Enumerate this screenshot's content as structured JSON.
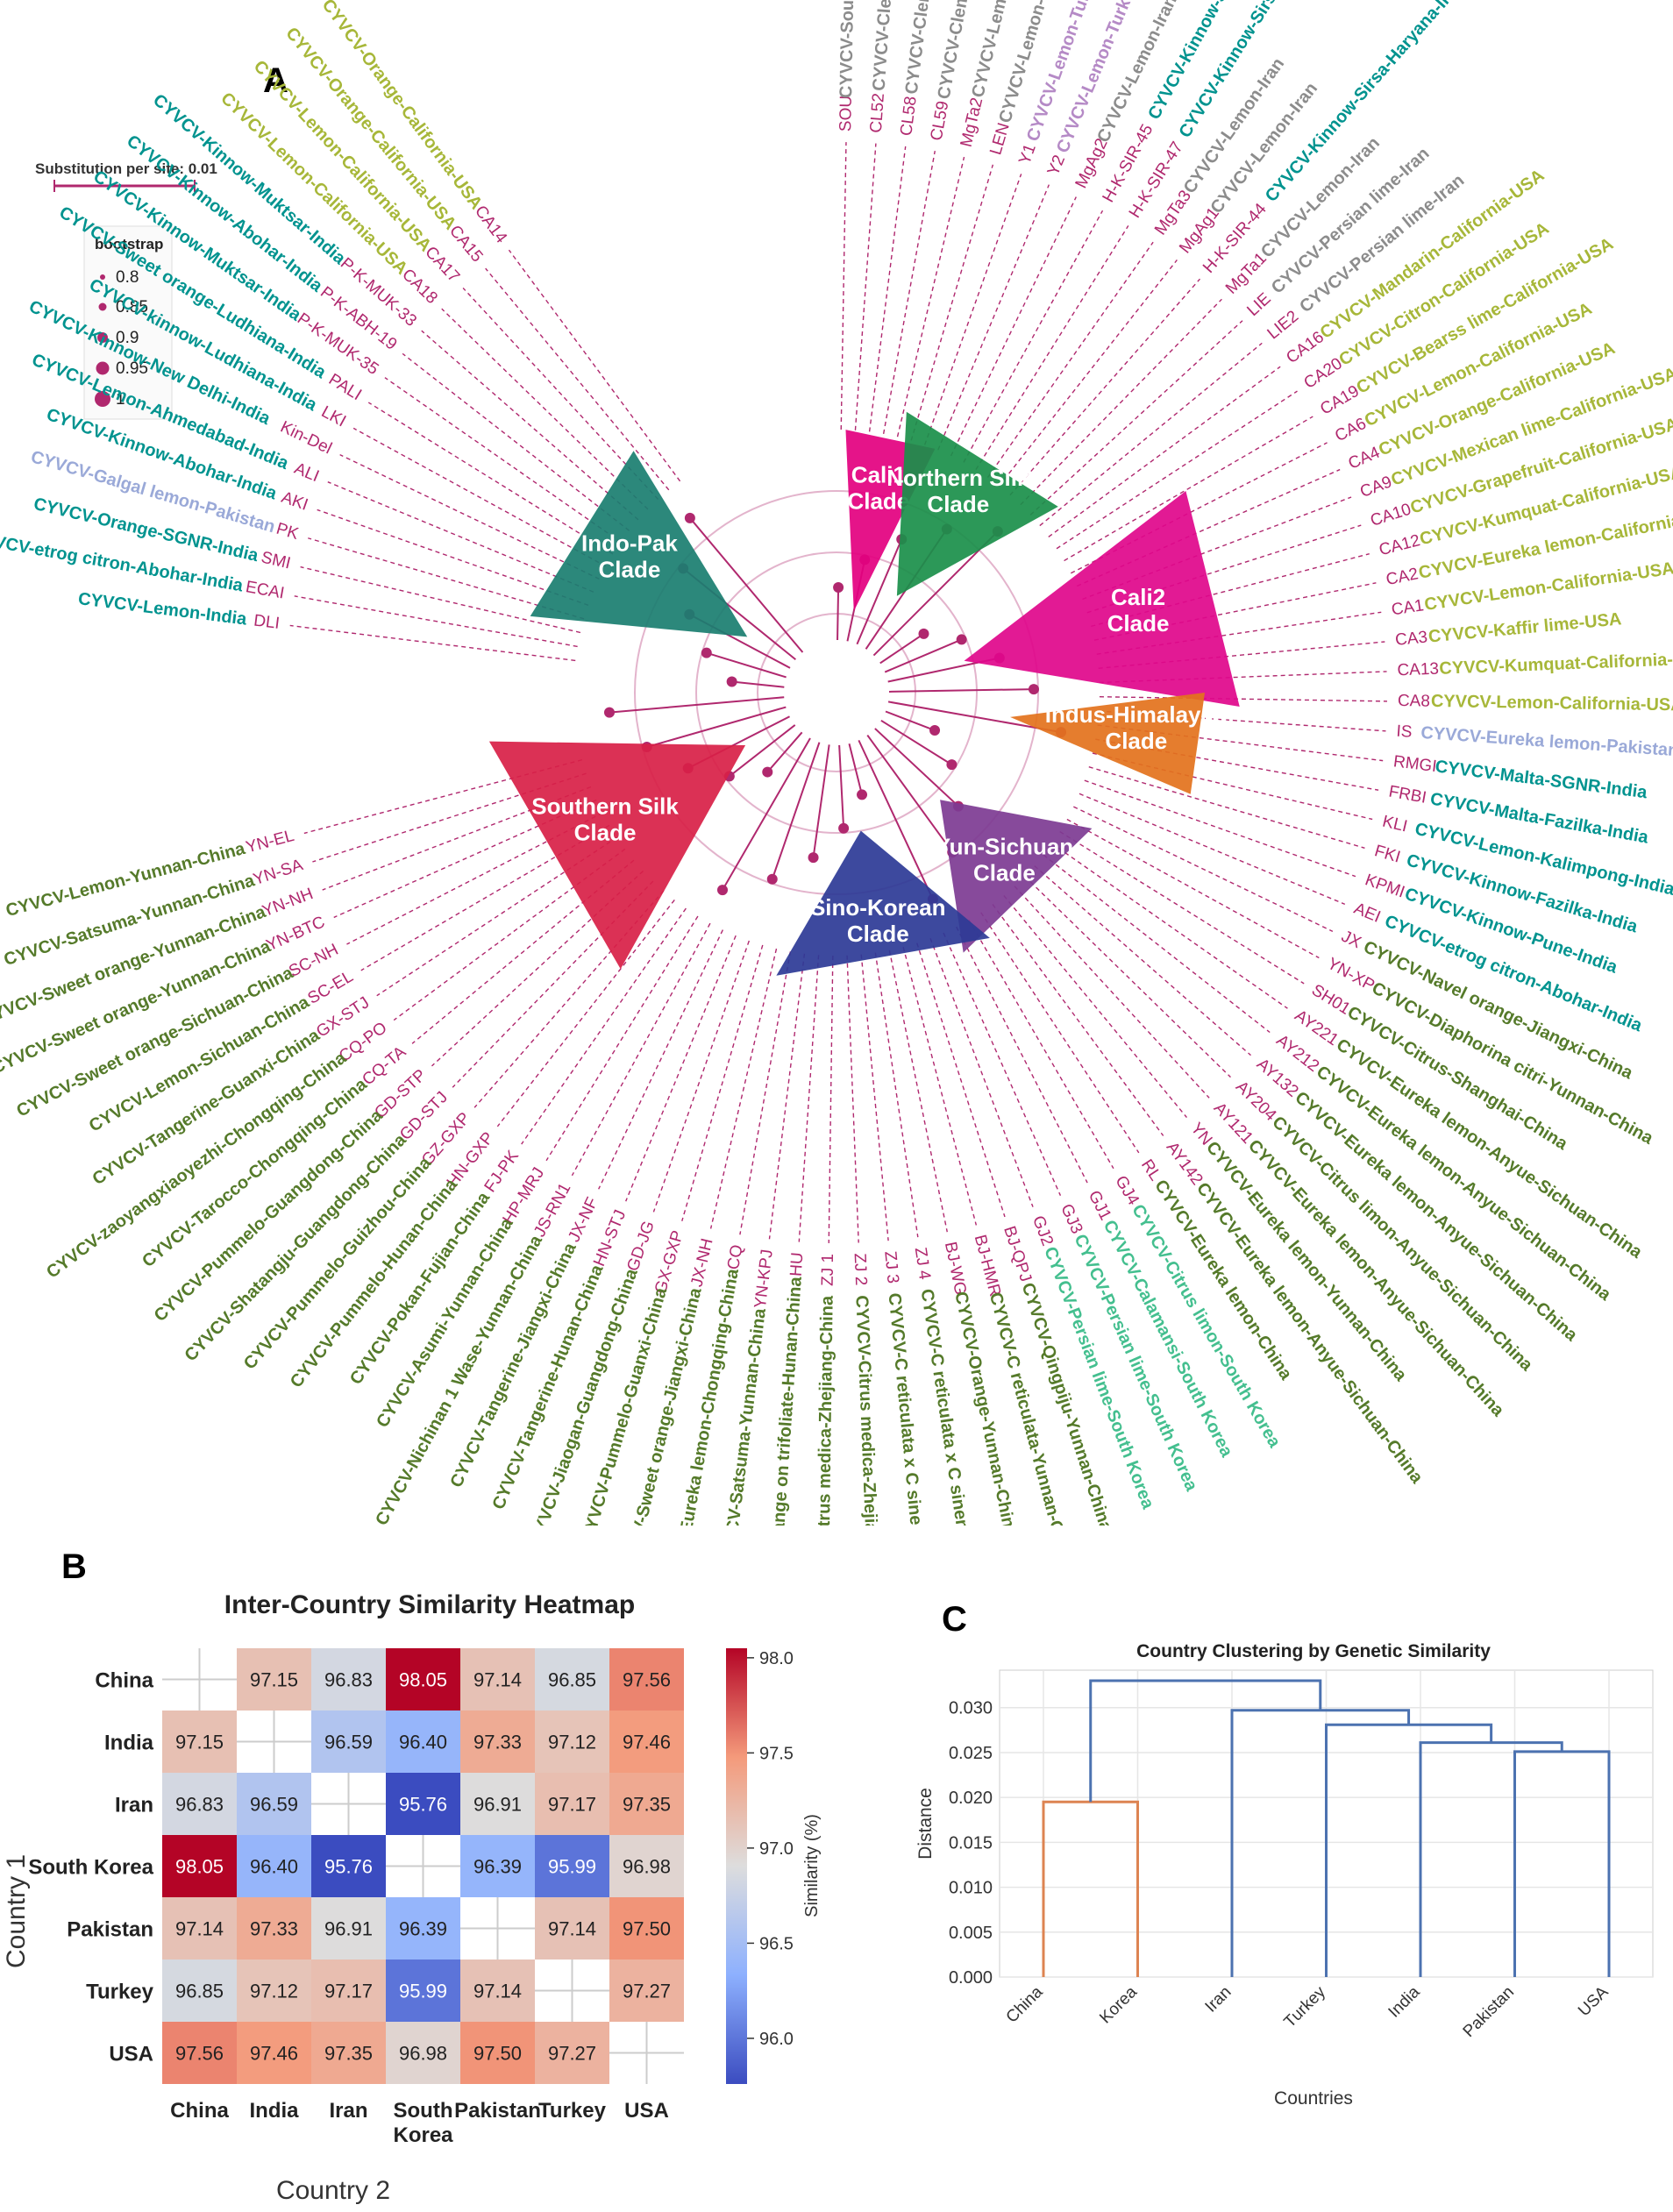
{
  "panels": {
    "a": {
      "letter": "A",
      "scale_label": "Substitution per site: 0.01",
      "bootstrap_title": "bootstrap",
      "bootstrap_values": [
        "0.8",
        "0.85",
        "0.9",
        "0.95",
        "1"
      ]
    },
    "b": {
      "letter": "B"
    },
    "c": {
      "letter": "C"
    }
  },
  "colors": {
    "branch": "#b0286e",
    "india": "#00938f",
    "usa": "#a7b739",
    "iran": "#8c8c8c",
    "turkey": "#b58ac6",
    "pakistan": "#9aa9d8",
    "china": "#557a2a",
    "korea": "#44bf8f"
  },
  "clades": [
    {
      "name": "Cali1\nClade",
      "color": "#e3007f",
      "text_color": "#ffffff"
    },
    {
      "name": "Northern Silk\nClade",
      "color": "#1a8f4a",
      "text_color": "#ffffff"
    },
    {
      "name": "Cali2\nClade",
      "color": "#e0068b",
      "text_color": "#ffffff"
    },
    {
      "name": "Indus-Himalayan\nClade",
      "color": "#e3721c",
      "text_color": "#ffffff"
    },
    {
      "name": "Yun-Sichuan\nClade",
      "color": "#7d3b93",
      "text_color": "#ffffff"
    },
    {
      "name": "Sino-Korean\nClade",
      "color": "#2c3a96",
      "text_color": "#ffffff"
    },
    {
      "name": "Southern Silk\nClade",
      "color": "#d81f47",
      "text_color": "#ffffff"
    },
    {
      "name": "Indo-Pak\nClade",
      "color": "#1a7e70",
      "text_color": "#ffffff"
    }
  ],
  "tree_tips": [
    {
      "code": "SOU",
      "label": "CYVCV-Sour orange-Iran",
      "group": "iran",
      "angle": -89.0
    },
    {
      "code": "CL52",
      "label": "CYVCV-Clementine-Iran",
      "group": "iran",
      "angle": -85.9
    },
    {
      "code": "CL58",
      "label": "CYVCV-Clementine-Iran",
      "group": "iran",
      "angle": -82.8
    },
    {
      "code": "CL59",
      "label": "CYVCV-Clementine-Iran",
      "group": "iran",
      "angle": -79.7
    },
    {
      "code": "MgTa2",
      "label": "CYVCV-Lemon-Iran",
      "group": "iran",
      "angle": -76.6
    },
    {
      "code": "LEN",
      "label": "CYVCV-Lemon-Iran",
      "group": "iran",
      "angle": -73.5
    },
    {
      "code": "Y1",
      "label": "CYVCV-Lemon-Turkey",
      "group": "turkey",
      "angle": -70.4
    },
    {
      "code": "Y2",
      "label": "CYVCV-Lemon-Turkey",
      "group": "turkey",
      "angle": -67.3
    },
    {
      "code": "MgAg2",
      "label": "CYVCV-Lemon-Iran",
      "group": "iran",
      "angle": -64.2
    },
    {
      "code": "H-K-SIR-45",
      "label": "CYVCV-Kinnow-Sirsa-Haryana-India",
      "group": "india",
      "angle": -61.1
    },
    {
      "code": "H-K-SIR-47",
      "label": "CYVCV-Kinnow-Sirsa-Haryana-India",
      "group": "india",
      "angle": -58.0
    },
    {
      "code": "MgTa3",
      "label": "CYVCV-Lemon-Iran",
      "group": "iran",
      "angle": -54.9
    },
    {
      "code": "MgAg1",
      "label": "CYVCV-Lemon-Iran",
      "group": "iran",
      "angle": -51.8
    },
    {
      "code": "H-K-SIR-44",
      "label": "CYVCV-Kinnow-Sirsa-Haryana-India",
      "group": "india",
      "angle": -48.7
    },
    {
      "code": "MgTa1",
      "label": "CYVCV-Lemon-Iran",
      "group": "iran",
      "angle": -45.6
    },
    {
      "code": "LIE",
      "label": "CYVCV-Persian lime-Iran",
      "group": "iran",
      "angle": -42.5
    },
    {
      "code": "LIE2",
      "label": "CYVCV-Persian lime-Iran",
      "group": "iran",
      "angle": -39.4
    },
    {
      "code": "CA16",
      "label": "CYVCV-Mandarin-California-USA",
      "group": "usa",
      "angle": -36.3
    },
    {
      "code": "CA20",
      "label": "CYVCV-Citron-California-USA",
      "group": "usa",
      "angle": -33.2
    },
    {
      "code": "CA19",
      "label": "CYVCV-Bearss lime-California-USA",
      "group": "usa",
      "angle": -30.1
    },
    {
      "code": "CA6",
      "label": "CYVCV-Lemon-California-USA",
      "group": "usa",
      "angle": -27.0
    },
    {
      "code": "CA4",
      "label": "CYVCV-Orange-California-USA",
      "group": "usa",
      "angle": -23.9
    },
    {
      "code": "CA9",
      "label": "CYVCV-Mexican lime-California-USA",
      "group": "usa",
      "angle": -20.8
    },
    {
      "code": "CA10",
      "label": "CYVCV-Grapefruit-California-USA",
      "group": "usa",
      "angle": -17.7
    },
    {
      "code": "CA12",
      "label": "CYVCV-Kumquat-California-USA",
      "group": "usa",
      "angle": -14.6
    },
    {
      "code": "CA2",
      "label": "CYVCV-Eureka lemon-California-USA",
      "group": "usa",
      "angle": -11.5
    },
    {
      "code": "CA1",
      "label": "CYVCV-Lemon-California-USA",
      "group": "usa",
      "angle": -8.4
    },
    {
      "code": "CA3",
      "label": "CYVCV-Kaffir lime-USA",
      "group": "usa",
      "angle": -5.3
    },
    {
      "code": "CA13",
      "label": "CYVCV-Kumquat-California-USA",
      "group": "usa",
      "angle": -2.2
    },
    {
      "code": "CA8",
      "label": "CYVCV-Lemon-California-USA",
      "group": "usa",
      "angle": 0.9
    },
    {
      "code": "IS",
      "label": "CYVCV-Eureka lemon-Pakistan",
      "group": "pakistan",
      "angle": 4.0
    },
    {
      "code": "RMGI",
      "label": "CYVCV-Malta-SGNR-India",
      "group": "india",
      "angle": 7.1
    },
    {
      "code": "FRBI",
      "label": "CYVCV-Malta-Fazilka-India",
      "group": "india",
      "angle": 10.2
    },
    {
      "code": "KLI",
      "label": "CYVCV-Lemon-Kalimpong-India",
      "group": "india",
      "angle": 13.3
    },
    {
      "code": "FKI",
      "label": "CYVCV-Kinnow-Fazilka-India",
      "group": "india",
      "angle": 16.4
    },
    {
      "code": "KPMI",
      "label": "CYVCV-Kinnow-Pune-India",
      "group": "india",
      "angle": 19.5
    },
    {
      "code": "AEI",
      "label": "CYVCV-etrog citron-Abohar-India",
      "group": "india",
      "angle": 22.6
    },
    {
      "code": "JX",
      "label": "CYVCV-Navel orange-Jiangxi-China",
      "group": "china",
      "angle": 25.7
    },
    {
      "code": "YN-XP",
      "label": "CYVCV-Diaphorina citri-Yunnan-China",
      "group": "china",
      "angle": 28.8
    },
    {
      "code": "SH01",
      "label": "CYVCV-Citrus-Shanghai-China",
      "group": "china",
      "angle": 31.9
    },
    {
      "code": "AY221",
      "label": "CYVCV-Eureka lemon-Anyue-Sichuan-China",
      "group": "china",
      "angle": 35.0
    },
    {
      "code": "AY212",
      "label": "CYVCV-Eureka lemon-Anyue-Sichuan-China",
      "group": "china",
      "angle": 38.1
    },
    {
      "code": "AY132",
      "label": "CYVCV-Eureka lemon-Anyue-Sichuan-China",
      "group": "china",
      "angle": 41.2
    },
    {
      "code": "AY204",
      "label": "CYVCV-Citrus limon-Anyue-Sichuan-China",
      "group": "china",
      "angle": 44.3
    },
    {
      "code": "AY121",
      "label": "CYVCV-Eureka lemon-Anyue-Sichuan-China",
      "group": "china",
      "angle": 47.4
    },
    {
      "code": "YN",
      "label": "CYVCV-Eureka lemon-Yunnan-China",
      "group": "china",
      "angle": 50.5
    },
    {
      "code": "AY142",
      "label": "CYVCV-Eureka lemon-Anyue-Sichuan-China",
      "group": "china",
      "angle": 53.6
    },
    {
      "code": "RL",
      "label": "CYVCV-Eureka lemon-China",
      "group": "china",
      "angle": 56.7
    },
    {
      "code": "GJ4",
      "label": "CYVCV-Citrus limon-South Korea",
      "group": "korea",
      "angle": 59.8
    },
    {
      "code": "GJ1",
      "label": "CYVCV-Calamansi-South Korea",
      "group": "korea",
      "angle": 62.9
    },
    {
      "code": "GJ3",
      "label": "CYVCV-Persian lime-South Korea",
      "group": "korea",
      "angle": 66.0
    },
    {
      "code": "GJ2",
      "label": "CYVCV-Persian lime-South Korea",
      "group": "korea",
      "angle": 69.1
    },
    {
      "code": "BJ-QPJ",
      "label": "CYVCV-Qingpiju-Yunnan-China",
      "group": "china",
      "angle": 72.2
    },
    {
      "code": "BJ-HMR",
      "label": "CYVCV-C reticulata-Yunnan-China",
      "group": "china",
      "angle": 75.3
    },
    {
      "code": "BJ-WG",
      "label": "CYVCV-Orange-Yunnan-China",
      "group": "china",
      "angle": 78.4
    },
    {
      "code": "ZJ 4",
      "label": "CYVCV-C reticulata x C sinensis-Zhejiang-China",
      "group": "china",
      "angle": 81.5
    },
    {
      "code": "ZJ 3",
      "label": "CYVCV-C reticulata x C sinensis-Zhejiang-China",
      "group": "china",
      "angle": 84.6
    },
    {
      "code": "ZJ 2",
      "label": "CYVCV-Citrus medica-Zhejiang-China",
      "group": "china",
      "angle": 87.7
    },
    {
      "code": "ZJ 1",
      "label": "CYVCV-Citrus medica-Zhejiang-China",
      "group": "china",
      "angle": 90.8
    },
    {
      "code": "HU",
      "label": "CYVCV-Sweet orange on trifoliate-Hunan-China",
      "group": "china",
      "angle": 93.9
    },
    {
      "code": "YN-KPJ",
      "label": "CYVCV-Satsuma-Yunnan-China",
      "group": "china",
      "angle": 97.0
    },
    {
      "code": "CQ",
      "label": "CYVCV-Eureka lemon-Chongqing-China",
      "group": "china",
      "angle": 100.1
    },
    {
      "code": "JX-NH",
      "label": "CYVCV-Sweet orange-Jiangxi-China",
      "group": "china",
      "angle": 103.2
    },
    {
      "code": "GX-GXP",
      "label": "CYVCV-Pummelo-Guanxi-China",
      "group": "china",
      "angle": 106.3
    },
    {
      "code": "GD-JG",
      "label": "CYVCV-Jiaogan-Guangdong-China",
      "group": "china",
      "angle": 109.4
    },
    {
      "code": "HN-STJ",
      "label": "CYVCV-Tangerine-Hunan-China",
      "group": "china",
      "angle": 112.5
    },
    {
      "code": "JX-NF",
      "label": "CYVCV-Tangerine-Jiangxi-China",
      "group": "china",
      "angle": 115.6
    },
    {
      "code": "JS-RN1",
      "label": "CYVCV-Nichinan 1 Wase-Yunnan-China",
      "group": "china",
      "angle": 118.7
    },
    {
      "code": "HP-MRJ",
      "label": "CYVCV-Asumi-Yunnan-China",
      "group": "china",
      "angle": 121.8
    },
    {
      "code": "FJ-PK",
      "label": "CYVCV-Pokan-Fujian-China",
      "group": "china",
      "angle": 124.9
    },
    {
      "code": "HN-GXP",
      "label": "CYVCV-Pummelo-Hunan-China",
      "group": "china",
      "angle": 128.0
    },
    {
      "code": "GZ-GXP",
      "label": "CYVCV-Pummelo-Guizhou-China",
      "group": "china",
      "angle": 131.1
    },
    {
      "code": "GD-STJ",
      "label": "CYVCV-Shatangju-Guangdong-China",
      "group": "china",
      "angle": 134.2
    },
    {
      "code": "GD-STP",
      "label": "CYVCV-Pummelo-Guangdong-China",
      "group": "china",
      "angle": 137.3
    },
    {
      "code": "CQ-TA",
      "label": "CYVCV-Tarocco-Chongqing-China",
      "group": "china",
      "angle": 140.4
    },
    {
      "code": "CQ-PO",
      "label": "CYVCV-zaoyangxiaoyezhi-Chongqing-China",
      "group": "china",
      "angle": 143.5
    },
    {
      "code": "GX-STJ",
      "label": "CYVCV-Tangerine-Guanxi-China",
      "group": "china",
      "angle": 146.6
    },
    {
      "code": "SC-EL",
      "label": "CYVCV-Lemon-Sichuan-China",
      "group": "china",
      "angle": 149.7
    },
    {
      "code": "SC-NH",
      "label": "CYVCV-Sweet orange-Sichuan-China",
      "group": "china",
      "angle": 152.8
    },
    {
      "code": "YN-BTC",
      "label": "CYVCV-Sweet orange-Yunnan-China",
      "group": "china",
      "angle": 155.9
    },
    {
      "code": "YN-NH",
      "label": "CYVCV-Sweet orange-Yunnan-China",
      "group": "china",
      "angle": 159.0
    },
    {
      "code": "YN-SA",
      "label": "CYVCV-Satsuma-Yunnan-China",
      "group": "china",
      "angle": 162.1
    },
    {
      "code": "YN-EL",
      "label": "CYVCV-Lemon-Yunnan-China",
      "group": "china",
      "angle": 165.2
    },
    {
      "code": "DLI",
      "label": "CYVCV-Lemon-India",
      "group": "india",
      "angle": 187.0
    },
    {
      "code": "ECAI",
      "label": "CYVCV-etrog citron-Abohar-India",
      "group": "india",
      "angle": 190.1
    },
    {
      "code": "SMI",
      "label": "CYVCV-Orange-SGNR-India",
      "group": "india",
      "angle": 193.2
    },
    {
      "code": "PK",
      "label": "CYVCV-Galgal lemon-Pakistan",
      "group": "pakistan",
      "angle": 196.3
    },
    {
      "code": "AKI",
      "label": "CYVCV-Kinnow-Abohar-India",
      "group": "india",
      "angle": 199.4
    },
    {
      "code": "ALI",
      "label": "CYVCV-Lemon-Ahmedabad-India",
      "group": "india",
      "angle": 202.5
    },
    {
      "code": "Kin-Del",
      "label": "CYVCV-Kinnow-New Delhi-India",
      "group": "india",
      "angle": 205.6
    },
    {
      "code": "LKI",
      "label": "CYVCV-kinnow-Ludhiana-India",
      "group": "india",
      "angle": 208.7
    },
    {
      "code": "PALI",
      "label": "CYVCV-Sweet orange-Ludhiana-India",
      "group": "india",
      "angle": 211.8
    },
    {
      "code": "P-K-MUK-35",
      "label": "CYVCV-Kinnow-Muktsar-India",
      "group": "india",
      "angle": 214.9
    },
    {
      "code": "P-K-ABH-19",
      "label": "CYVCV-Kinnow-Abohar-India",
      "group": "india",
      "angle": 218.0
    },
    {
      "code": "P-K-MUK-33",
      "label": "CYVCV-Kinnow-Muktsar-India",
      "group": "india",
      "angle": 221.1
    },
    {
      "code": "CA18",
      "label": "CYVCV-Lemon-California-USA",
      "group": "usa",
      "angle": 224.2
    },
    {
      "code": "CA17",
      "label": "CYVCV-Lemon-California-USA",
      "group": "usa",
      "angle": 227.3
    },
    {
      "code": "CA15",
      "label": "CYVCV-Orange-California-USA",
      "group": "usa",
      "angle": 230.4
    },
    {
      "code": "CA14",
      "label": "CYVCV-Orange-California-USA",
      "group": "usa",
      "angle": 233.5
    }
  ],
  "chart_data": [
    {
      "type": "heatmap",
      "title": "Inter-Country Similarity Heatmap",
      "xlabel": "Country 2",
      "ylabel": "Country 1",
      "x_categories": [
        "China",
        "India",
        "Iran",
        "South\nKorea",
        "Pakistan",
        "Turkey",
        "USA"
      ],
      "y_categories": [
        "China",
        "India",
        "Iran",
        "South Korea",
        "Pakistan",
        "Turkey",
        "USA"
      ],
      "values": [
        [
          null,
          97.15,
          96.83,
          98.05,
          97.14,
          96.85,
          97.56
        ],
        [
          97.15,
          null,
          96.59,
          96.4,
          97.33,
          97.12,
          97.46
        ],
        [
          96.83,
          96.59,
          null,
          95.76,
          96.91,
          97.17,
          97.35
        ],
        [
          98.05,
          96.4,
          95.76,
          null,
          96.39,
          95.99,
          96.98
        ],
        [
          97.14,
          97.33,
          96.91,
          96.39,
          null,
          97.14,
          97.5
        ],
        [
          96.85,
          97.12,
          97.17,
          95.99,
          97.14,
          null,
          97.27
        ],
        [
          97.56,
          97.46,
          97.35,
          96.98,
          97.5,
          97.27,
          null
        ]
      ],
      "colorbar": {
        "label": "Similarity (%)",
        "min": 95.76,
        "max": 98.05,
        "ticks": [
          "98.0",
          "97.5",
          "97.0",
          "96.5",
          "96.0"
        ]
      }
    },
    {
      "type": "dendrogram",
      "title": "Country Clustering by Genetic Similarity",
      "xlabel": "Countries",
      "ylabel": "Distance",
      "leaves": [
        "China",
        "Korea",
        "Iran",
        "Turkey",
        "India",
        "Pakistan",
        "USA"
      ],
      "ylim": [
        0,
        0.033
      ],
      "yticks": [
        "0.000",
        "0.005",
        "0.010",
        "0.015",
        "0.020",
        "0.025",
        "0.030"
      ],
      "merges": [
        {
          "left": 0,
          "right": 1,
          "height": 0.0195,
          "color": "#dd8452"
        },
        {
          "left": 5,
          "right": 6,
          "height": 0.0251,
          "color": "#4c72b0"
        },
        {
          "left": 4,
          "right": "m1",
          "height": 0.0261,
          "color": "#4c72b0"
        },
        {
          "left": 3,
          "right": "m2",
          "height": 0.0281,
          "color": "#4c72b0"
        },
        {
          "left": 2,
          "right": "m3",
          "height": 0.0297,
          "color": "#4c72b0"
        },
        {
          "left": "m0",
          "right": "m4",
          "height": 0.033,
          "color": "#4c72b0"
        }
      ]
    }
  ]
}
